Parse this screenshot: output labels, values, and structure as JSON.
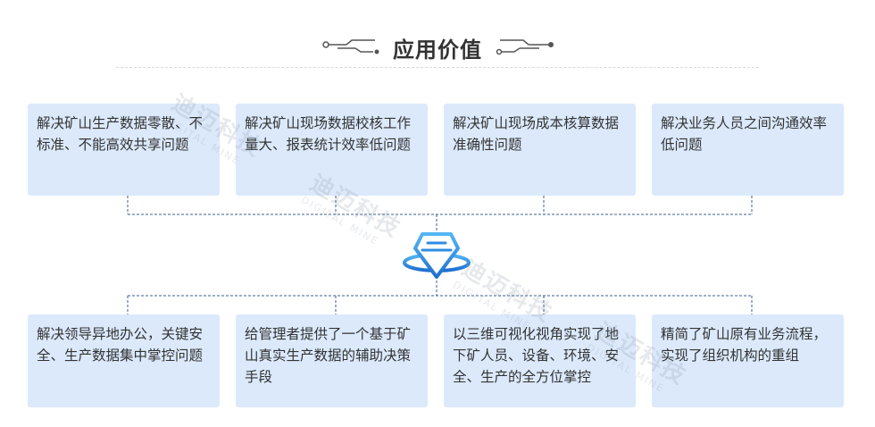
{
  "header": {
    "title": "应用价值"
  },
  "top_cards": [
    {
      "text": "解决矿山生产数据零散、不标准、不能高效共享问题"
    },
    {
      "text": "解决矿山现场数据校核工作量大、报表统计效率低问题"
    },
    {
      "text": "解决矿山现场成本核算数据准确性问题"
    },
    {
      "text": "解决业务人员之间沟通效率低问题"
    }
  ],
  "bottom_cards": [
    {
      "text": "解决领导异地办公，关键安全、生产数据集中掌控问题"
    },
    {
      "text": "给管理者提供了一个基于矿山真实生产数据的辅助决策手段"
    },
    {
      "text": "以三维可视化视角实现了地下矿人员、设备、环境、安全、生产的全方位掌控"
    },
    {
      "text": "精简了矿山原有业务流程，实现了组织机构的重组"
    }
  ],
  "watermark": {
    "title": "迪迈科技",
    "subtitle": "DIGITAL MINE"
  },
  "colors": {
    "card_bg": "#dbe9fb",
    "connector": "#3d5f8f",
    "accent": "#2f8de4"
  },
  "icons": {
    "center": "hub-icon",
    "title_decoration": "circuit-decoration-icon"
  }
}
